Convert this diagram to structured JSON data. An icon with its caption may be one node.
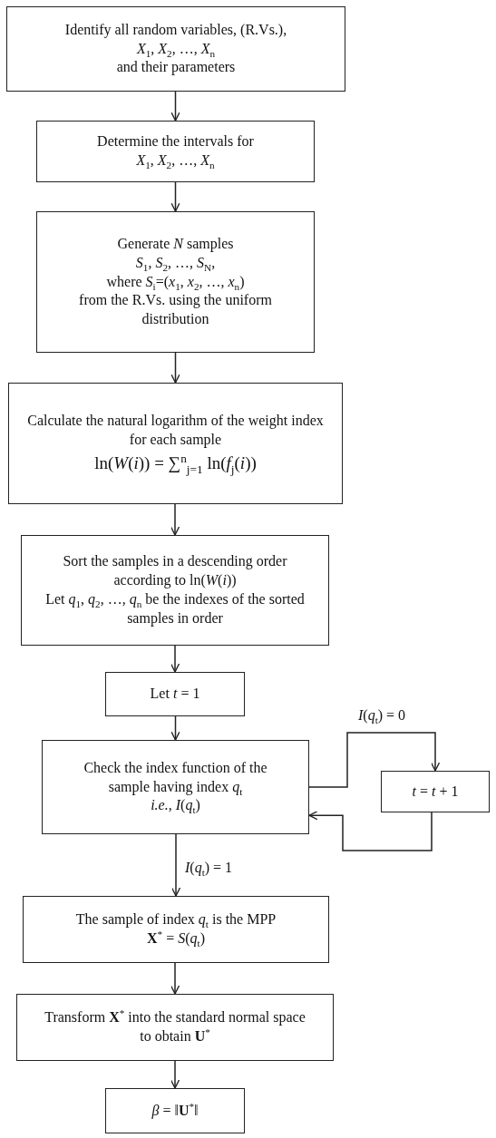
{
  "diagram": {
    "nodes": [
      {
        "text": [
          "Identify all random variables, (R.Vs.),",
          "*X*$_{1}$, *X*$_{2}$, …, *X*$_{n}$",
          "and their parameters"
        ]
      },
      {
        "text": [
          "Determine the intervals for",
          "*X*$_{1}$, *X*$_{2}$, …, *X*$_{n}$"
        ]
      },
      {
        "text": [
          "Generate *N* samples",
          "*S*$_{1}$, *S*$_{2}$, …, *S*$_{N}$,",
          "where *S*$_{i}$=(*x*$_{1}$, *x*$_{2}$, …, *x*$_{n}$)",
          "from the R.Vs. using the uniform distribution"
        ]
      },
      {
        "text": [
          "Calculate the natural logarithm of the weight index for each sample",
          "ln(*W*(*i*)) = ∑$^{n}$$_{j=1}$ ln(*f*$_{j}$(*i*))"
        ]
      },
      {
        "text": [
          "Sort the samples in a descending order according to ln(*W*(*i*))",
          "Let *q*$_{1}$, *q*$_{2}$, …, *q*$_{n}$ be the indexes of the sorted samples in order"
        ]
      },
      {
        "text": [
          "Let *t* = 1"
        ]
      },
      {
        "text": [
          "Check the index function of the sample having index *q*$_{t}$",
          "*i.e.*, *I*(*q*$_{t}$)"
        ]
      },
      {
        "text": [
          "*t* = *t* + 1"
        ]
      },
      {
        "text": [
          "The sample of index *q*$_{t}$ is the MPP",
          "**X**$^{*}$ = *S*(*q*$_{t}$)"
        ]
      },
      {
        "text": [
          "Transform **X**$^{*}$ into the standard normal space to obtain **U**$^{*}$"
        ]
      },
      {
        "text": [
          "*β* = ‖**U**$^{*}$‖"
        ]
      }
    ],
    "edges": [
      {
        "from": 0,
        "to": 1,
        "arrow": "to"
      },
      {
        "from": 1,
        "to": 2,
        "arrow": "to"
      },
      {
        "from": 2,
        "to": 3,
        "arrow": "to"
      },
      {
        "from": 3,
        "to": 4,
        "arrow": "to"
      },
      {
        "from": 4,
        "to": 5,
        "arrow": "to"
      },
      {
        "from": 5,
        "to": 6,
        "arrow": "to"
      },
      {
        "from": 6,
        "to": 7,
        "arrow": "to",
        "label": "*I*(*q*$_{t}$) = 0"
      },
      {
        "from": 7,
        "to": 6,
        "arrow": "to"
      },
      {
        "from": 6,
        "to": 8,
        "arrow": "to",
        "label": "*I*(*q*$_{t}$) = 1"
      },
      {
        "from": 8,
        "to": 9,
        "arrow": "to"
      },
      {
        "from": 9,
        "to": 10,
        "arrow": "to"
      }
    ]
  }
}
